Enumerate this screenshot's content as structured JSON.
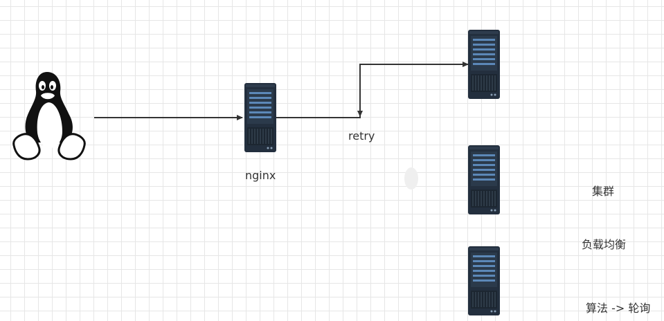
{
  "labels": {
    "nginx": "nginx",
    "retry": "retry",
    "cluster": "集群",
    "load_balance": "负载均衡",
    "algorithm": "算法 -> 轮询"
  },
  "colors": {
    "line": "#333333",
    "server_body": "#232f3e",
    "server_slot": "#5c88b8",
    "server_vent": "#40505f"
  },
  "icons": {
    "client": "linux-penguin-icon",
    "server": "server-icon"
  }
}
